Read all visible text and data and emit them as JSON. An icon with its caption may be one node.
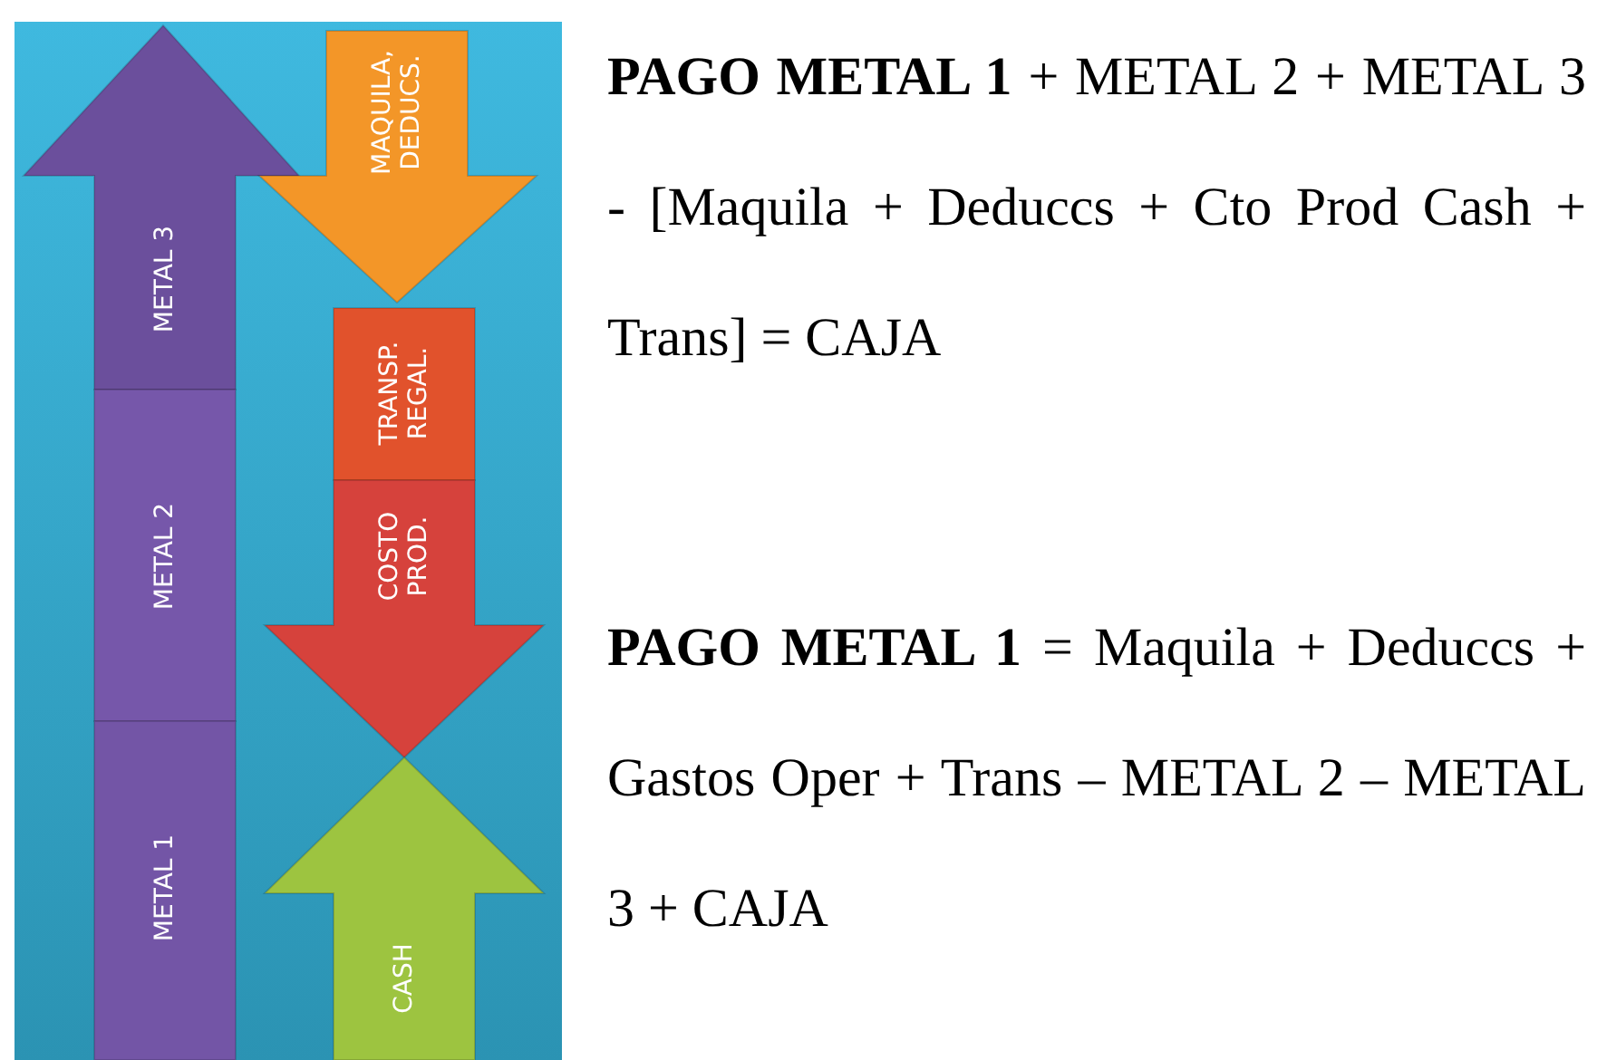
{
  "diagram": {
    "nodes": [
      {
        "text": [
          "METAL 3"
        ]
      },
      {
        "text": [
          "METAL 2"
        ]
      },
      {
        "text": [
          "METAL 1"
        ]
      },
      {
        "text": [
          "MAQUILA, DEDUCS."
        ]
      },
      {
        "text": [
          "TRANSP. REGAL."
        ]
      },
      {
        "text": [
          "COSTO PROD."
        ]
      },
      {
        "text": [
          "CASH"
        ]
      }
    ],
    "labels": [
      "**PAGO METAL 1** + METAL 2 + METAL 3 - [Maquila + Deduccs + Cto Prod Cash + Trans] = CAJA",
      "**PAGO METAL 1** = Maquila + Deduccs + Gastos Oper + Trans – METAL 2 – METAL 3 + CAJA"
    ]
  }
}
